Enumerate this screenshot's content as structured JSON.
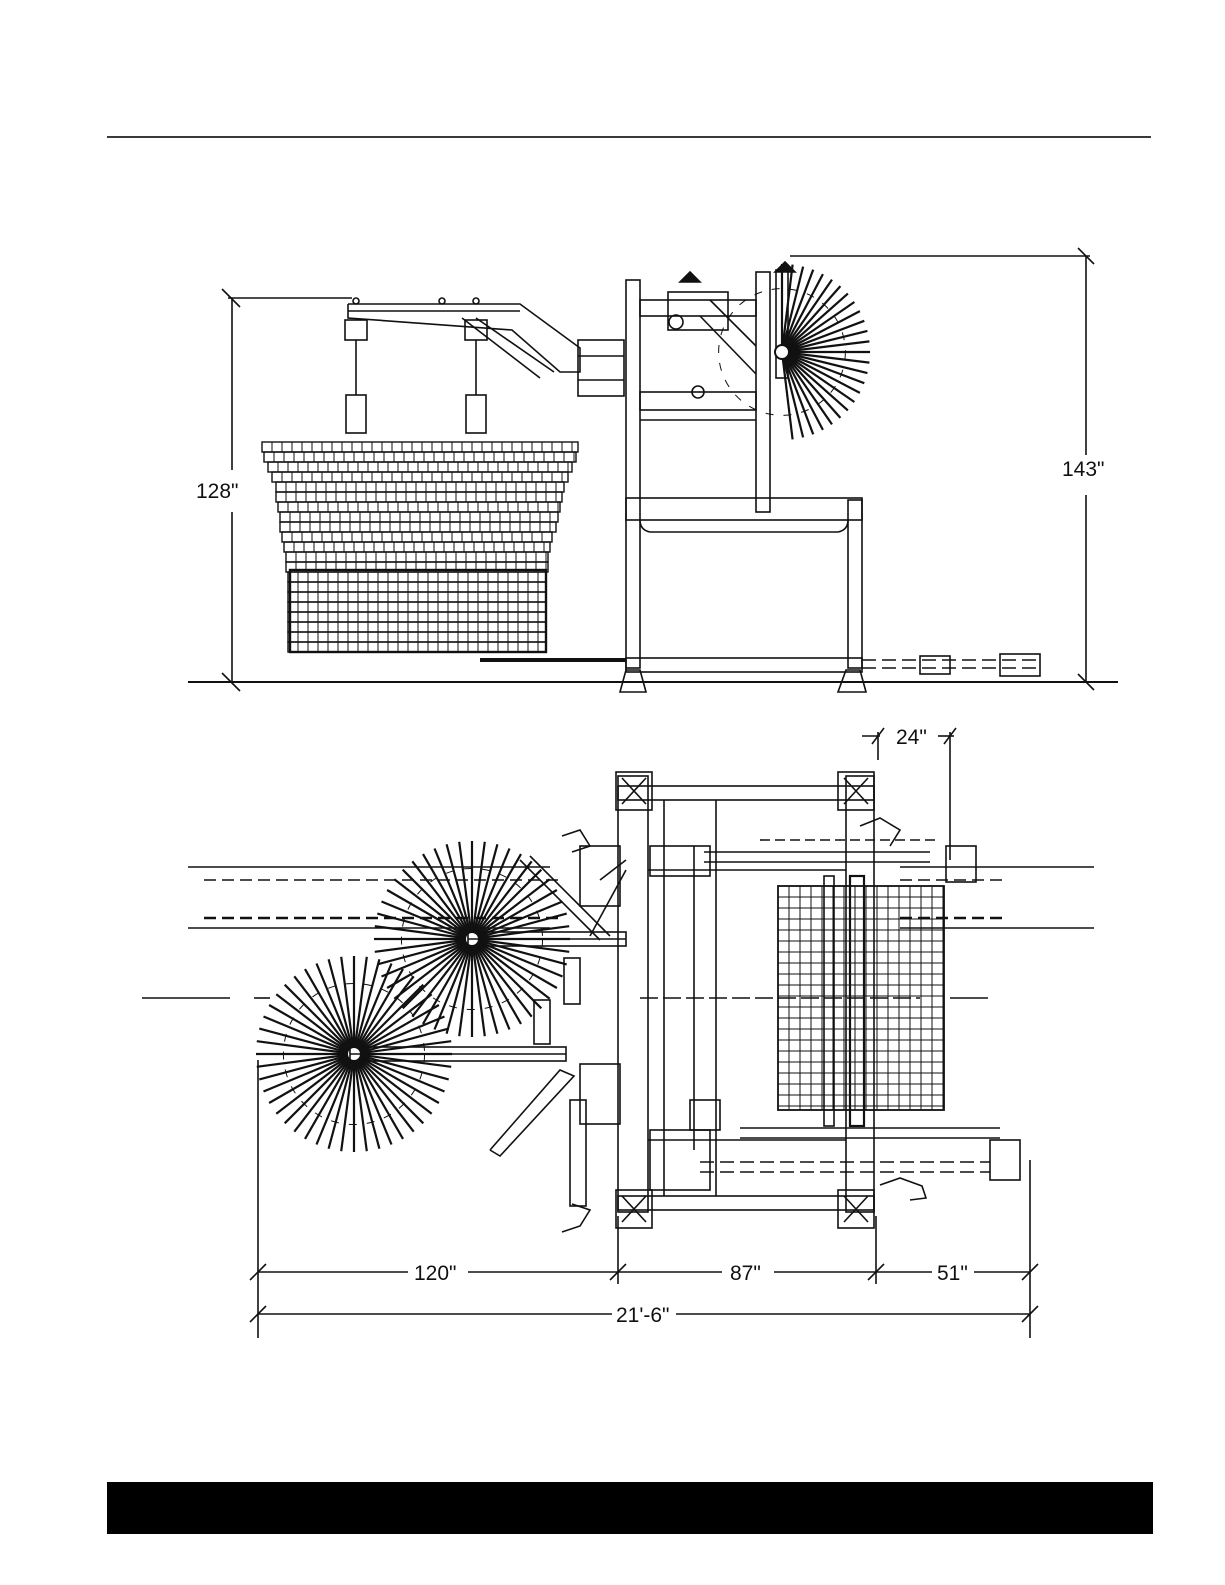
{
  "dimensions": {
    "side_view": {
      "overall_height_left": "128\"",
      "overall_height_right": "143\""
    },
    "top_view": {
      "spacing": "24\"",
      "segment_1": "120\"",
      "segment_2": "87\"",
      "segment_3": "51\"",
      "overall_length": "21'-6\""
    }
  }
}
